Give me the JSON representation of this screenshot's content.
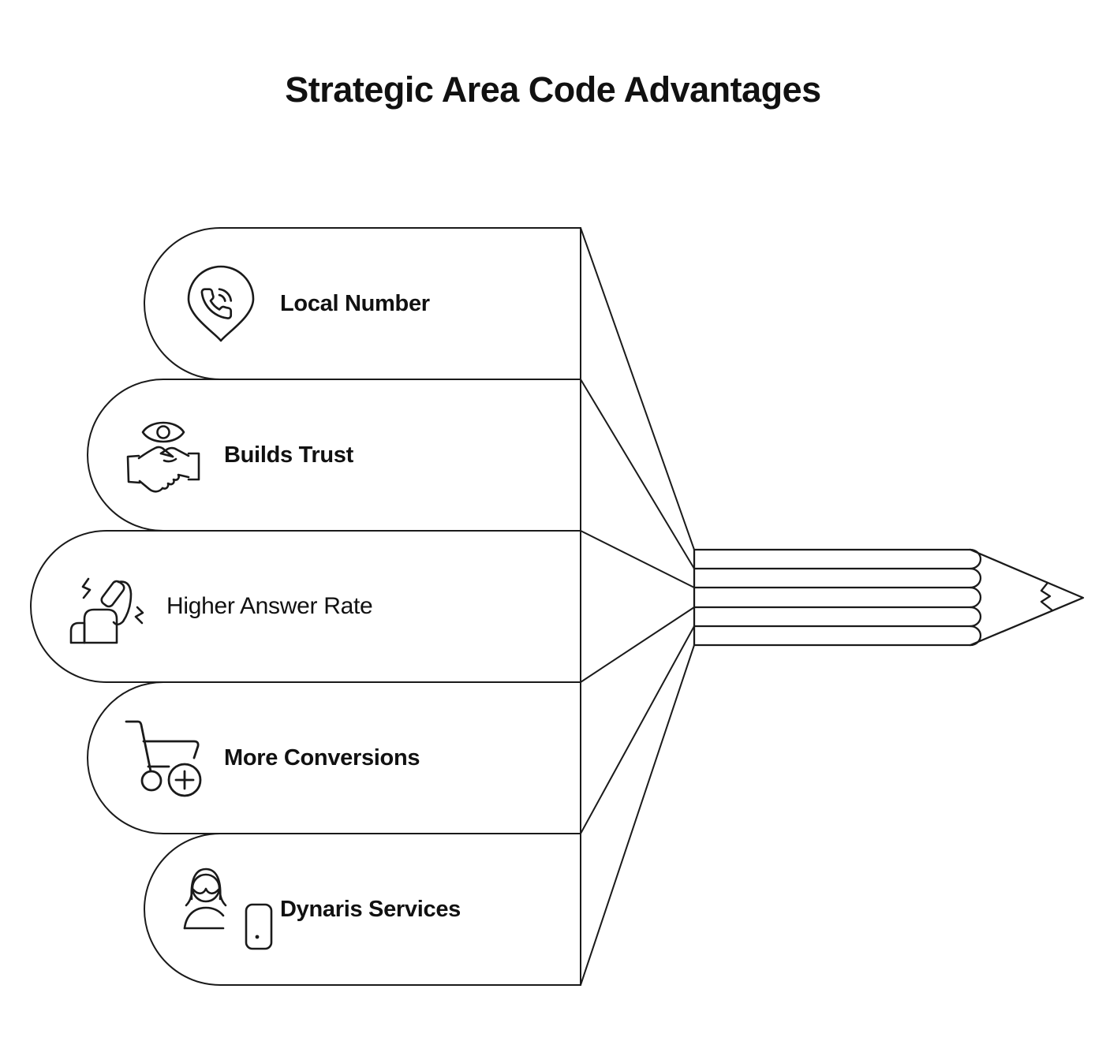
{
  "title": "Strategic Area Code Advantages",
  "items": [
    {
      "label": "Local Number",
      "icon": "phone-location-pin"
    },
    {
      "label": "Builds Trust",
      "icon": "trust-handshake-eye"
    },
    {
      "label": "Higher Answer Rate",
      "icon": "person-answering-call"
    },
    {
      "label": "More Conversions",
      "icon": "cart-plus"
    },
    {
      "label": "Dynaris Services",
      "icon": "support-agent-tablet"
    }
  ],
  "colors": {
    "background": "#ffffff",
    "line": "#1a1a1a",
    "text": "#111111"
  }
}
